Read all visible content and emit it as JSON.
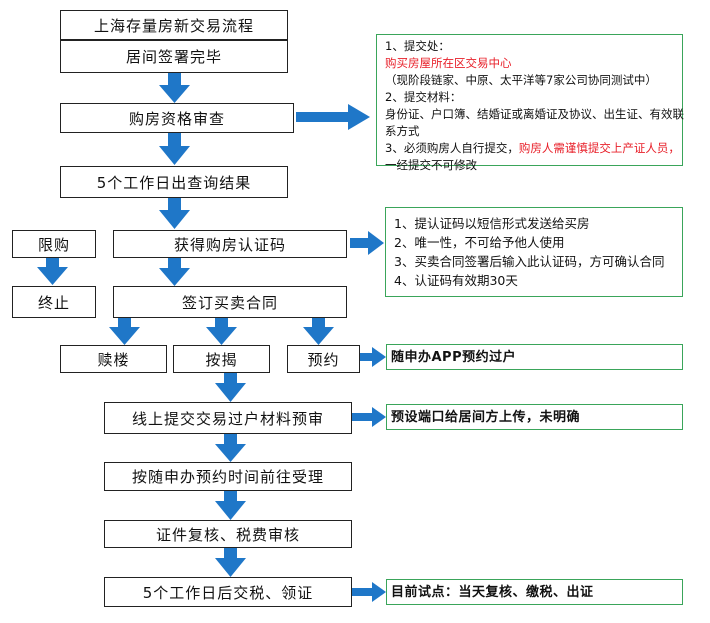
{
  "steps": {
    "title": "上海存量房新交易流程",
    "s1": "居间签署完毕",
    "s2": "购房资格审查",
    "s3": "5个工作日出查询结果",
    "s4": "获得购房认证码",
    "limit": "限购",
    "stop": "终止",
    "s5": "签订买卖合同",
    "redeem": "赎楼",
    "mortgage": "按揭",
    "reserve": "预约",
    "s6": "线上提交交易过户材料预审",
    "s7": "按随申办预约时间前往受理",
    "s8": "证件复核、税费审核",
    "s9": "5个工作日后交税、领证"
  },
  "notes": {
    "qualification": {
      "l1": "1、提交处：",
      "l2": "购买房屋所在区交易中心",
      "l3": "（现阶段链家、中原、太平洋等7家公司协同测试中）",
      "l4": "2、提交材料：",
      "l5": "身份证、户口簿、结婚证或离婚证及协议、出生证、有效联",
      "l6": "系方式",
      "l7a": "3、必须购房人自行提交，",
      "l7b": "购房人需谨慎提交上产证人员，",
      "l8": "一经提交不可修改"
    },
    "code": {
      "l1": "1、提认证码以短信形式发送给买房",
      "l2": "2、唯一性，不可给予他人使用",
      "l3": "3、买卖合同签署后输入此认证码，方可确认合同",
      "l4": "4、认证码有效期30天"
    },
    "reserve": "随申办APP预约过户",
    "presubmit": "预设端口给居间方上传，未明确",
    "pilot": "目前试点：当天复核、缴税、出证"
  }
}
